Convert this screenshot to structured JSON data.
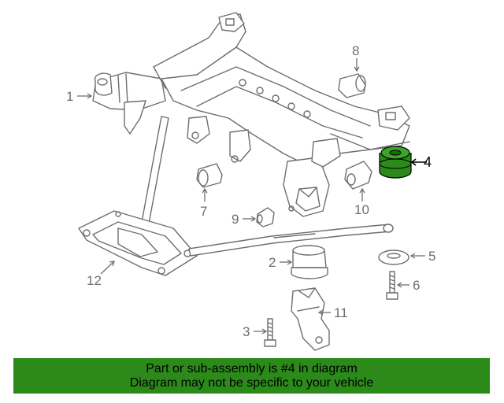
{
  "diagram": {
    "callouts": [
      "1",
      "2",
      "3",
      "4",
      "5",
      "6",
      "7",
      "8",
      "9",
      "10",
      "11",
      "12"
    ],
    "highlighted_callout": "4",
    "highlight_color": "#2b8a1a"
  },
  "banner": {
    "line1": "Part or sub-assembly is #4 in diagram",
    "line2": "Diagram may not be specific to your vehicle",
    "background_color": "#2b8a1a"
  }
}
